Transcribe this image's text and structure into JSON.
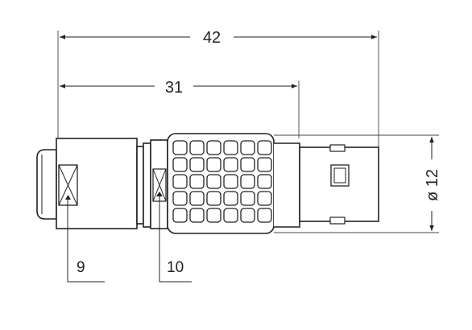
{
  "drawing": {
    "dimensions": {
      "overall_length": "42",
      "body_length": "31",
      "diameter": "ø 12"
    },
    "callouts": {
      "item_a": "9",
      "item_b": "10"
    }
  }
}
